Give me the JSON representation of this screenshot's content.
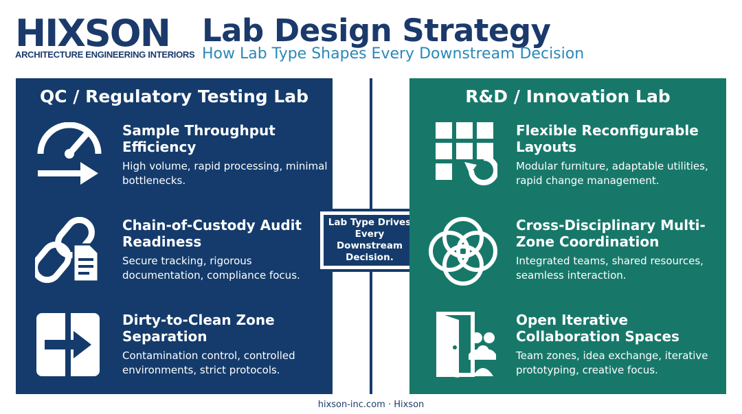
{
  "brand": {
    "wordmark": "HIXSON",
    "tagline": "ARCHITECTURE ENGINEERING INTERIORS"
  },
  "header": {
    "title": "Lab Design Strategy",
    "subtitle": "How Lab Type Shapes Every Downstream Decision"
  },
  "left_panel": {
    "title": "QC / Regulatory Testing Lab",
    "items": [
      {
        "icon": "speedometer-arrow-icon",
        "title": "Sample Throughput Efficiency",
        "description": "High volume, rapid processing, minimal bottlenecks."
      },
      {
        "icon": "chain-document-icon",
        "title": "Chain-of-Custody Audit Readiness",
        "description": "Secure tracking, rigorous documentation, compliance focus."
      },
      {
        "icon": "zone-separation-arrow-icon",
        "title": "Dirty-to-Clean Zone Separation",
        "description": "Contamination control, controlled environments, strict protocols."
      }
    ]
  },
  "right_panel": {
    "title": "R&D / Innovation Lab",
    "items": [
      {
        "icon": "grid-refresh-icon",
        "title": "Flexible Reconfigurable Layouts",
        "description": "Modular furniture, adaptable utilities, rapid change management."
      },
      {
        "icon": "overlapping-circles-icon",
        "title": "Cross-Disciplinary Multi-Zone Coordination",
        "description": "Integrated teams, shared resources, seamless interaction."
      },
      {
        "icon": "open-door-team-icon",
        "title": "Open Iterative Collaboration Spaces",
        "description": "Team zones, idea exchange, iterative prototyping, creative focus."
      }
    ]
  },
  "center_badge": {
    "text": "Lab Type Drives Every Downstream Decision."
  },
  "footer": {
    "text": "hixson-inc.com · Hixson"
  },
  "colors": {
    "navy": "#143b6b",
    "teal": "#17786a",
    "subtitle_blue": "#2a88b8"
  }
}
